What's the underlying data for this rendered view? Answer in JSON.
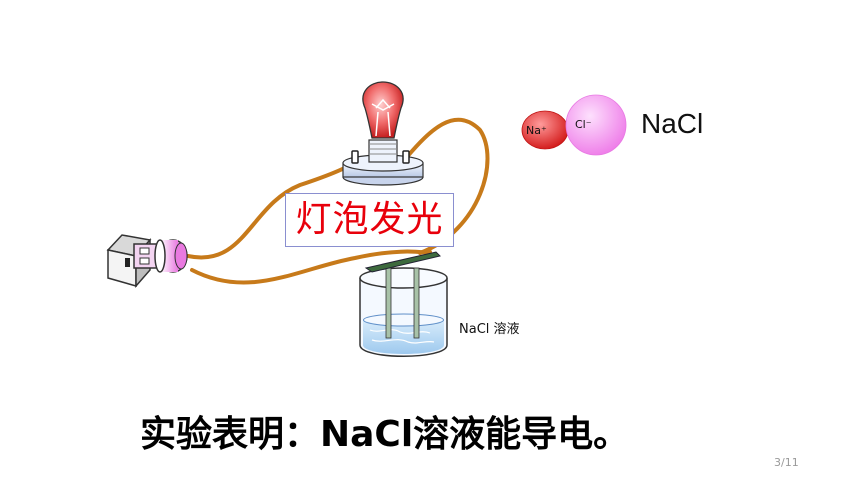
{
  "diagram": {
    "lamp_label": "灯泡发光",
    "formula": "NaCl",
    "cation_label": "Na⁺",
    "anion_label": "Cl⁻",
    "solution_label": "NaCl 溶液",
    "conclusion": "实验表明：NaCl溶液能导电。",
    "colors": {
      "wire": "#c77a1a",
      "lamp_label_text": "#e8000b",
      "sodium_ion": "#e23a3a",
      "chloride_ion": "#f08cf0",
      "bulb": "#f05a5a"
    }
  },
  "page_number": "3/11"
}
